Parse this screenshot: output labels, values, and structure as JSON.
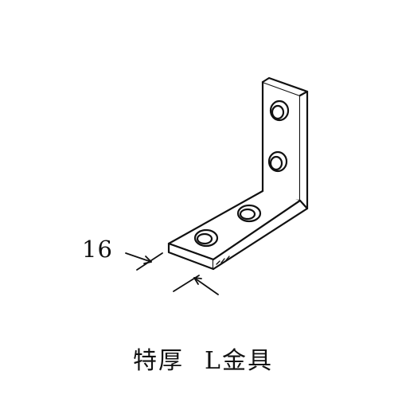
{
  "dimension": {
    "value": "16"
  },
  "caption": {
    "prefix": "特厚",
    "suffix": "L金具"
  },
  "colors": {
    "ink": "#111111",
    "background": "#ffffff"
  }
}
